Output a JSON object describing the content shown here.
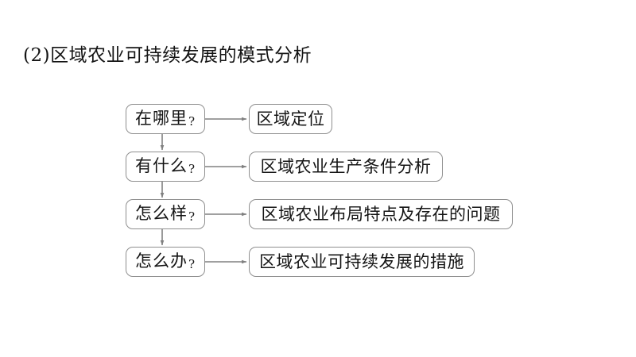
{
  "slide": {
    "title": "(2)区域农业可持续发展的模式分析",
    "background_color": "#ffffff",
    "text_color": "#141414",
    "border_color": "#8f8f8f",
    "connector_color": "#808080"
  },
  "flowchart": {
    "type": "flow",
    "orientation": "vertical-chain-with-lateral-branches",
    "rows": [
      {
        "question": "在哪里",
        "question_mark": "?",
        "answer": "区域定位"
      },
      {
        "question": "有什么",
        "question_mark": "?",
        "answer": "区域农业生产条件分析"
      },
      {
        "question": "怎么样",
        "question_mark": "?",
        "answer": "区域农业布局特点及存在的问题"
      },
      {
        "question": "怎么办",
        "question_mark": "?",
        "answer": "区域农业可持续发展的措施"
      }
    ],
    "vertical_arrows": 3,
    "horizontal_arrows": 4
  }
}
